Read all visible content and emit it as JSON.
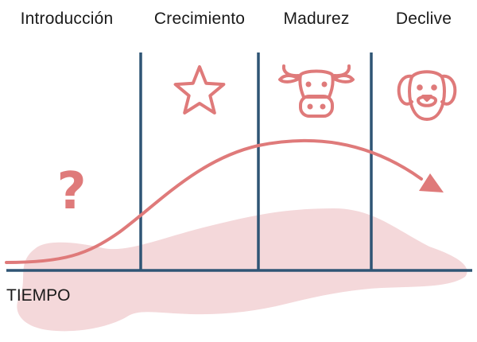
{
  "stages": [
    {
      "label": "Introducción",
      "icon": "question-mark-icon"
    },
    {
      "label": "Crecimiento",
      "icon": "star-icon"
    },
    {
      "label": "Madurez",
      "icon": "cow-icon"
    },
    {
      "label": "Declive",
      "icon": "dog-icon"
    }
  ],
  "x_axis_label": "TIEMPO",
  "colors": {
    "divider": "#2f5575",
    "curve": "#df7a7a",
    "icon": "#df7a7a",
    "blob": "#f4d8da",
    "text": "#1a1a1a"
  }
}
